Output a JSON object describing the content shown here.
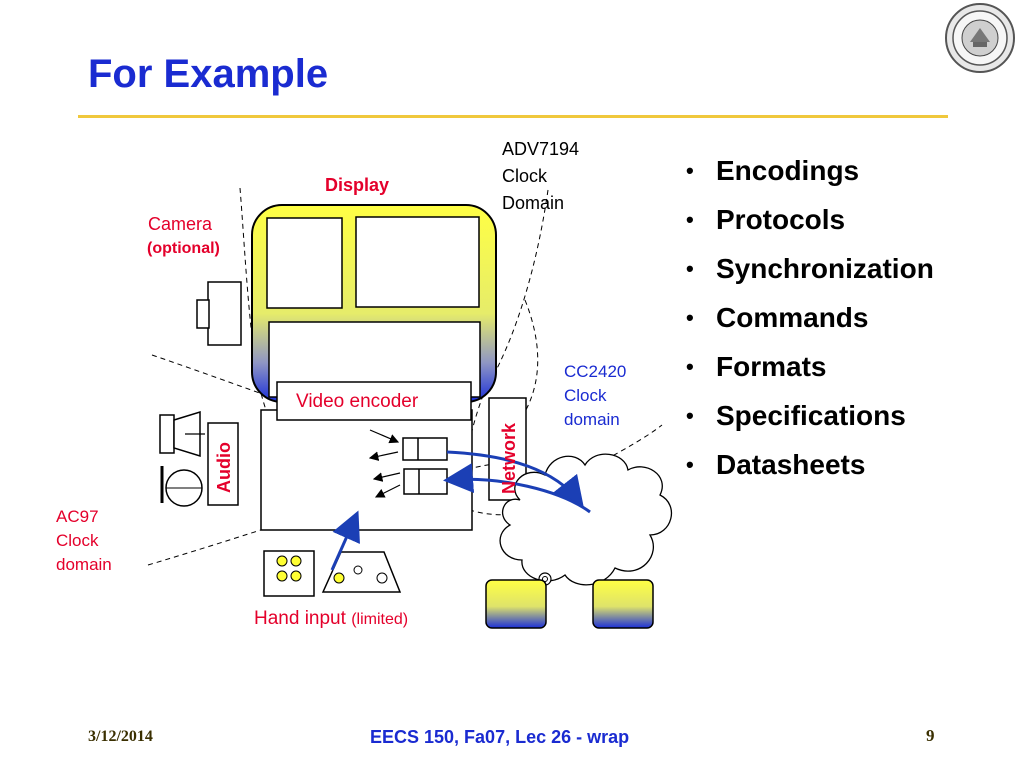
{
  "slide": {
    "title": "For Example"
  },
  "diagram": {
    "display_label": "Display",
    "camera_label": "Camera",
    "camera_optional": "(optional)",
    "video_encoder_label": "Video encoder",
    "audio_label": "Audio",
    "network_label": "Network",
    "adv_domain": [
      "ADV7194",
      "Clock",
      "Domain"
    ],
    "cc2420_domain": [
      "CC2420",
      "Clock",
      "domain"
    ],
    "ac97_domain": [
      "AC97",
      "Clock",
      "domain"
    ],
    "hand_input_label": "Hand input",
    "hand_input_limited": "(limited)"
  },
  "bullets": [
    "Encodings",
    "Protocols",
    "Synchronization",
    "Commands",
    "Formats",
    "Specifications",
    "Datasheets"
  ],
  "footer": {
    "date": "3/12/2014",
    "course": "EECS 150, Fa07, Lec 26 - wrap",
    "page": "9"
  },
  "colors": {
    "title": "#1a2bd1",
    "rule": "#f0c83c",
    "label_red": "#e4002b",
    "arrow_blue": "#1b3fb5"
  }
}
